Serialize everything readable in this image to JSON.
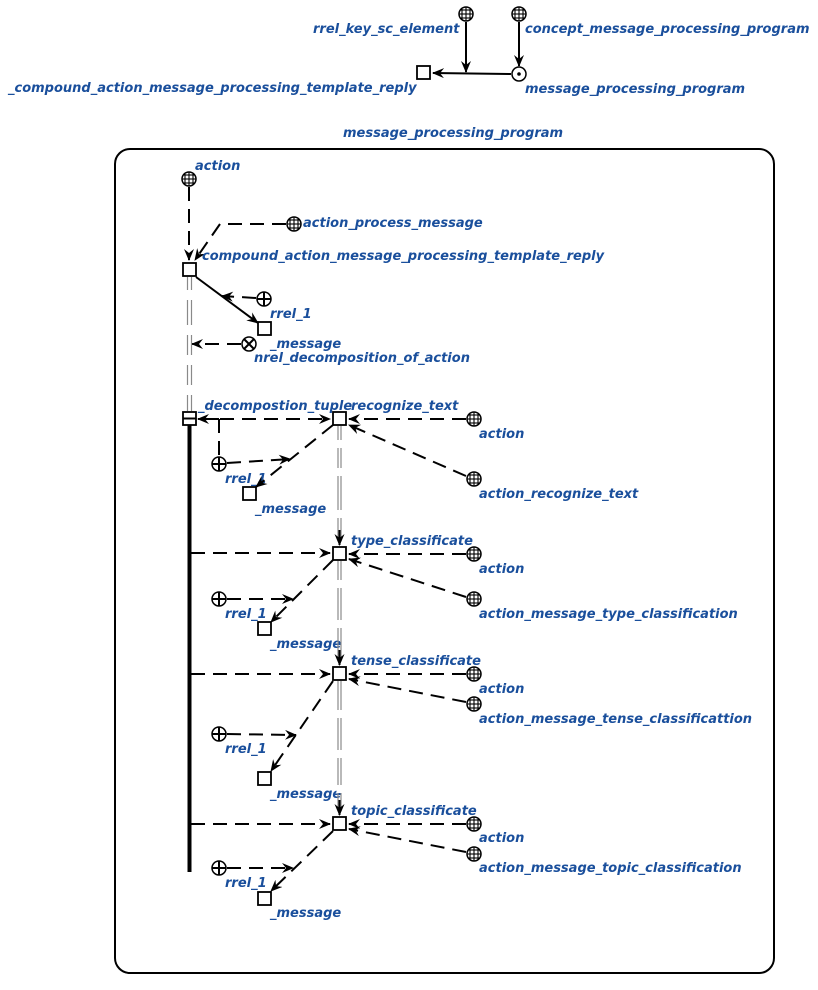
{
  "labels": {
    "rrel_key": "rrel_key_sc_element",
    "concept_mpp": "concept_message_processing_program",
    "compound_var_top": "_compound_action_message_processing_template_reply",
    "mpp_top": "message_processing_program",
    "contour_title": "message_processing_program",
    "action_a": "action",
    "action_process_message": "action_process_message",
    "compound_var": "compound_action_message_processing_template_reply",
    "rrel_1_a": "rrel_1",
    "message_a": "_message",
    "nrel_decomp": "nrel_decomposition_of_action",
    "decomp_tuple": "_decompostion_tuple",
    "recognize_text": "recognize_text",
    "action_b": "action",
    "rrel_1_b": "rrel_1",
    "message_b": "_message",
    "action_recognize_text": "action_recognize_text",
    "type_classificate": "type_classificate",
    "action_c": "action",
    "rrel_1_c": "rrel_1",
    "message_c": "_message",
    "action_type_class": "action_message_type_classification",
    "tense_classificate": "tense_classificate",
    "action_d": "action",
    "rrel_1_d": "rrel_1",
    "message_d": "_message",
    "action_tense_class": "action_message_tense_classificattion",
    "topic_classificate": "topic_classificate",
    "action_e": "action",
    "rrel_1_e": "rrel_1",
    "message_e": "_message",
    "action_topic_class": "action_message_topic_classification"
  },
  "colors": {
    "label": "#1a4f9c",
    "stroke": "#000000",
    "membership": "#8a8a8a"
  }
}
